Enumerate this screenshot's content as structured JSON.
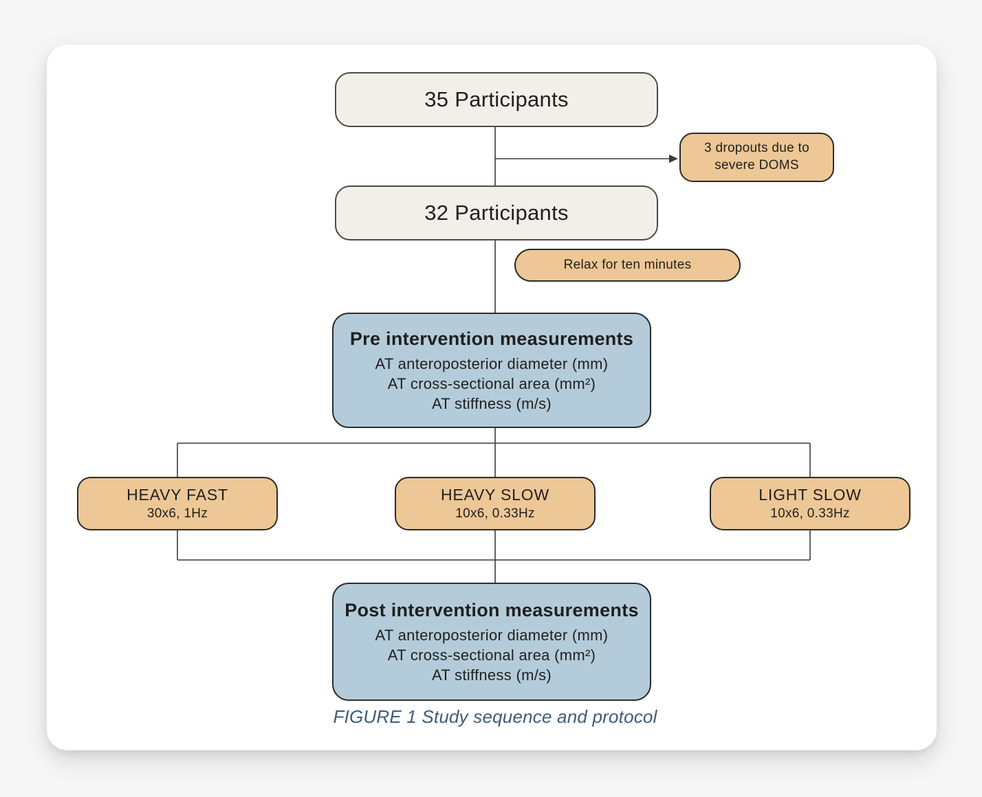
{
  "figure": {
    "caption": "FIGURE 1 Study sequence and protocol",
    "nodes": {
      "participants_initial": "35 Participants",
      "dropout": {
        "line1": "3 dropouts due to",
        "line2": "severe DOMS"
      },
      "participants_after": "32 Participants",
      "relax": "Relax for ten minutes",
      "pre": {
        "title": "Pre intervention measurements",
        "lines": [
          "AT anteroposterior diameter (mm)",
          "AT cross-sectional area (mm²)",
          "AT stiffness (m/s)"
        ]
      },
      "branches": [
        {
          "title": "HEAVY FAST",
          "detail": "30x6, 1Hz"
        },
        {
          "title": "HEAVY SLOW",
          "detail": "10x6, 0.33Hz"
        },
        {
          "title": "LIGHT SLOW",
          "detail": "10x6, 0.33Hz"
        }
      ],
      "post": {
        "title": "Post intervention measurements",
        "lines": [
          "AT anteroposterior diameter (mm)",
          "AT cross-sectional area (mm²)",
          "AT stiffness (m/s)"
        ]
      }
    },
    "colors": {
      "page_background": "#f6f6f7",
      "card_background": "#ffffff",
      "participant_box": "#f1efe8",
      "annotation_box": "#edc795",
      "measurement_box": "#b4ccd9",
      "connector_line": "#3b3b3b",
      "caption_text": "#3d5b7b"
    }
  }
}
